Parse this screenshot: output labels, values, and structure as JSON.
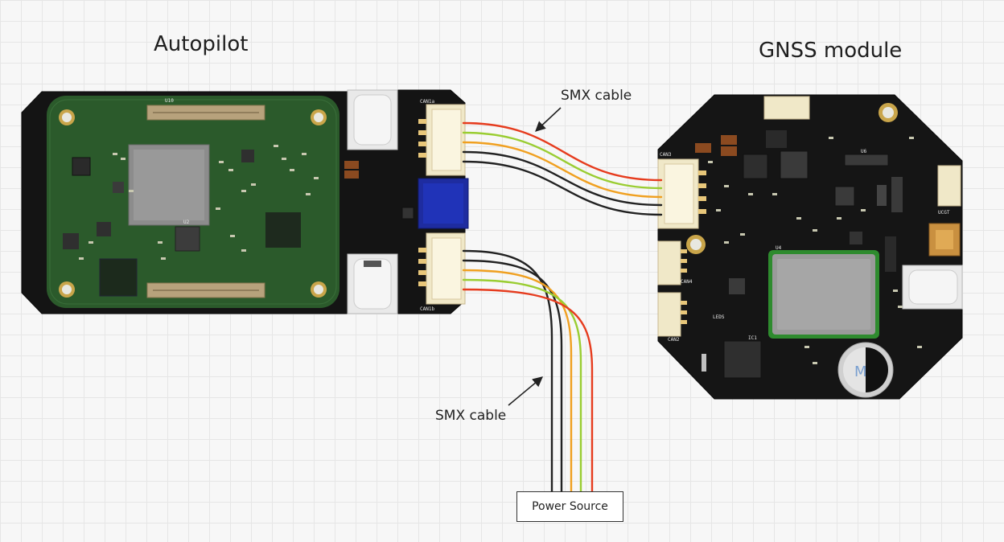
{
  "titles": {
    "autopilot": "Autopilot",
    "gnss": "GNSS module"
  },
  "cables": {
    "top_label": "SMX cable",
    "bottom_label": "SMX cable"
  },
  "power_source": {
    "label": "Power Source"
  },
  "connector_labels": {
    "autopilot_can1a": "CAN1a",
    "autopilot_can1b": "CAN1b",
    "gnss_can3": "CAN3",
    "gnss_can4": "CAN4",
    "gnss_can2": "CAN2",
    "gnss_ucgt": "UCGT"
  },
  "chip_labels": {
    "u10": "U10",
    "u2": "U2",
    "u4": "U4",
    "u6": "U6",
    "ic1": "IC1",
    "leds": "LEDS"
  },
  "colors": {
    "wire_black": "#222222",
    "wire_orange": "#f0a020",
    "wire_green": "#9acd32",
    "wire_red": "#e63c1e",
    "pcb_black": "#161616",
    "pcb_green": "#2d5a2d",
    "connector": "#f0e8c8"
  }
}
